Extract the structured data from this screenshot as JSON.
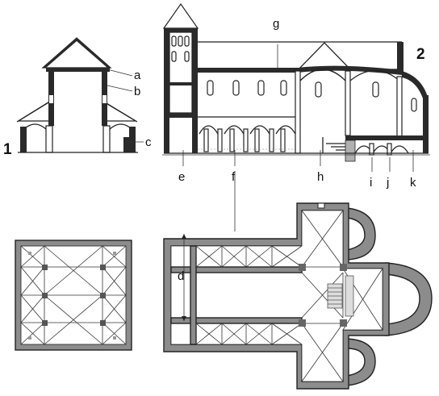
{
  "figure": {
    "figure_numbers": [
      "1",
      "2"
    ],
    "labels": {
      "a": "a",
      "b": "b",
      "c": "c",
      "d": "d",
      "e": "e",
      "f": "f",
      "g": "g",
      "h": "h",
      "i": "i",
      "j": "j",
      "k": "k"
    }
  }
}
